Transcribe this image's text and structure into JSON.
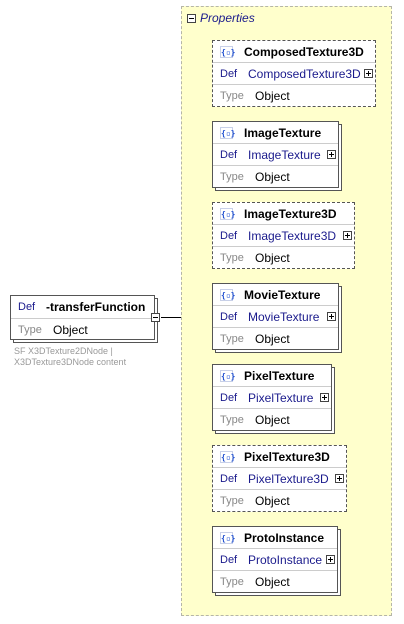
{
  "root": {
    "def_label": "Def",
    "name": "-transferFunction",
    "type_label": "Type",
    "type_value": "Object",
    "hint_line1": "SF X3DTexture2DNode |",
    "hint_line2": "X3DTexture3DNode content"
  },
  "properties": {
    "title": "Properties"
  },
  "nodes": [
    {
      "name": "ComposedTexture3D",
      "def_label": "Def",
      "def_value": "ComposedTexture3D",
      "type_label": "Type",
      "type_value": "Object",
      "icon": "element-icon"
    },
    {
      "name": "ImageTexture",
      "def_label": "Def",
      "def_value": "ImageTexture",
      "type_label": "Type",
      "type_value": "Object",
      "icon": "element-icon"
    },
    {
      "name": "ImageTexture3D",
      "def_label": "Def",
      "def_value": "ImageTexture3D",
      "type_label": "Type",
      "type_value": "Object",
      "icon": "element-icon"
    },
    {
      "name": "MovieTexture",
      "def_label": "Def",
      "def_value": "MovieTexture",
      "type_label": "Type",
      "type_value": "Object",
      "icon": "element-icon"
    },
    {
      "name": "PixelTexture",
      "def_label": "Def",
      "def_value": "PixelTexture",
      "type_label": "Type",
      "type_value": "Object",
      "icon": "element-icon"
    },
    {
      "name": "PixelTexture3D",
      "def_label": "Def",
      "def_value": "PixelTexture3D",
      "type_label": "Type",
      "type_value": "Object",
      "icon": "element-icon"
    },
    {
      "name": "ProtoInstance",
      "def_label": "Def",
      "def_value": "ProtoInstance",
      "type_label": "Type",
      "type_value": "Object",
      "icon": "element-icon"
    }
  ],
  "icon_glyph": "{▫}"
}
